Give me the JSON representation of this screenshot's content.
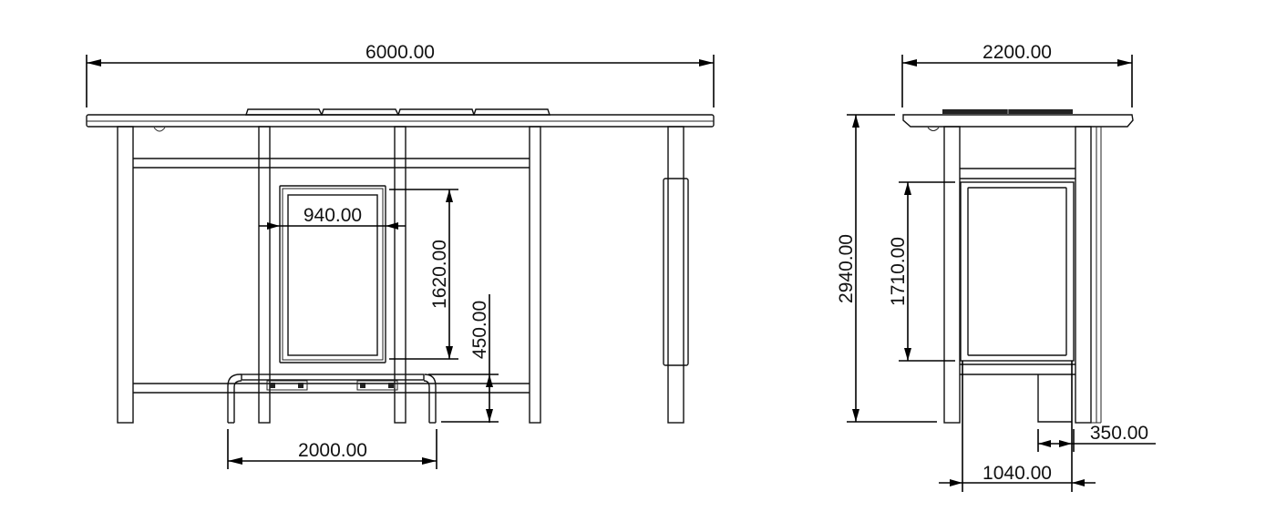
{
  "front_view": {
    "overall_width": "6000.00",
    "panel_width": "940.00",
    "panel_height": "1620.00",
    "bench_height": "450.00",
    "bench_width": "2000.00"
  },
  "side_view": {
    "overall_depth": "2200.00",
    "overall_height": "2940.00",
    "panel_height": "1710.00",
    "foot_width": "350.00",
    "panel_depth": "1040.00"
  },
  "colors": {
    "line": "#111111",
    "background": "#ffffff"
  }
}
